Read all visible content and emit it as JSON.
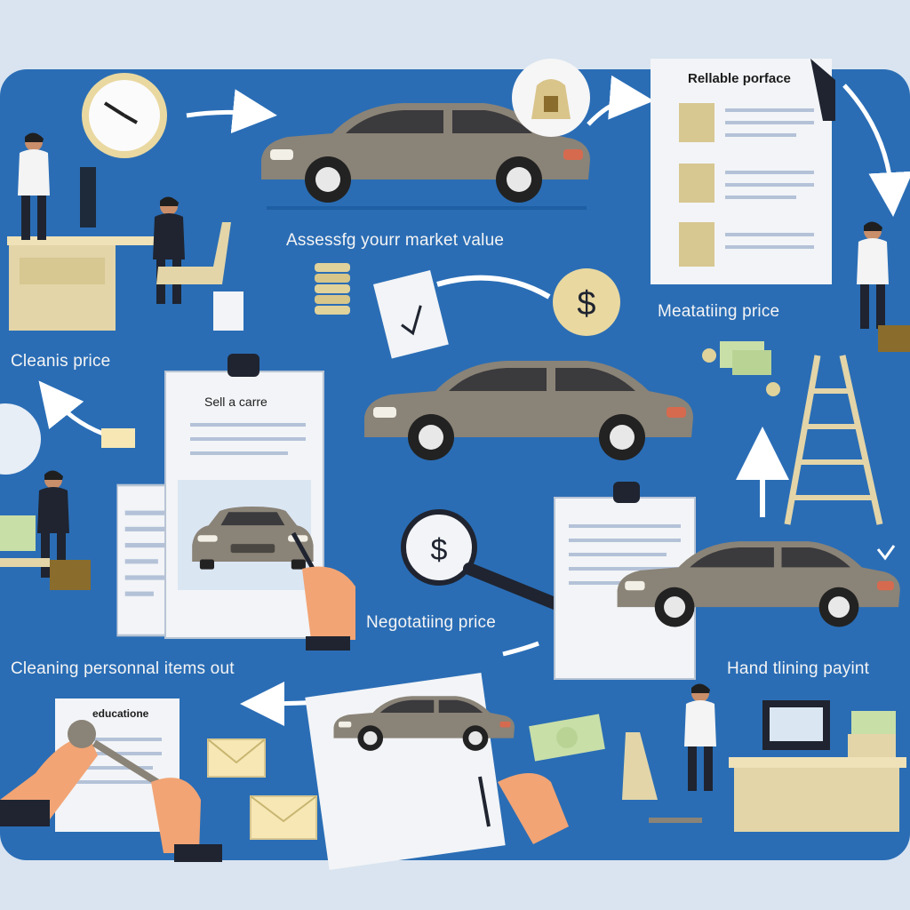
{
  "labels": {
    "assessing": "Assessfg yourr market value",
    "reliable": "Rellable porface",
    "meatating": "Meatatiing price",
    "cleanis": "Cleanis price",
    "sell": "Sell a carre",
    "negotiating": "Negotatiing price",
    "cleaning_items": "Cleaning personnal items out",
    "hand": "Hand tlining payint",
    "educations": "educatione"
  },
  "colors": {
    "background": "#2a6db5",
    "frame": "#d9e4f0",
    "car": "#8a8377",
    "paper": "#f2f4f7",
    "desk": "#e3d5a8",
    "money": "#c9dfa8"
  }
}
